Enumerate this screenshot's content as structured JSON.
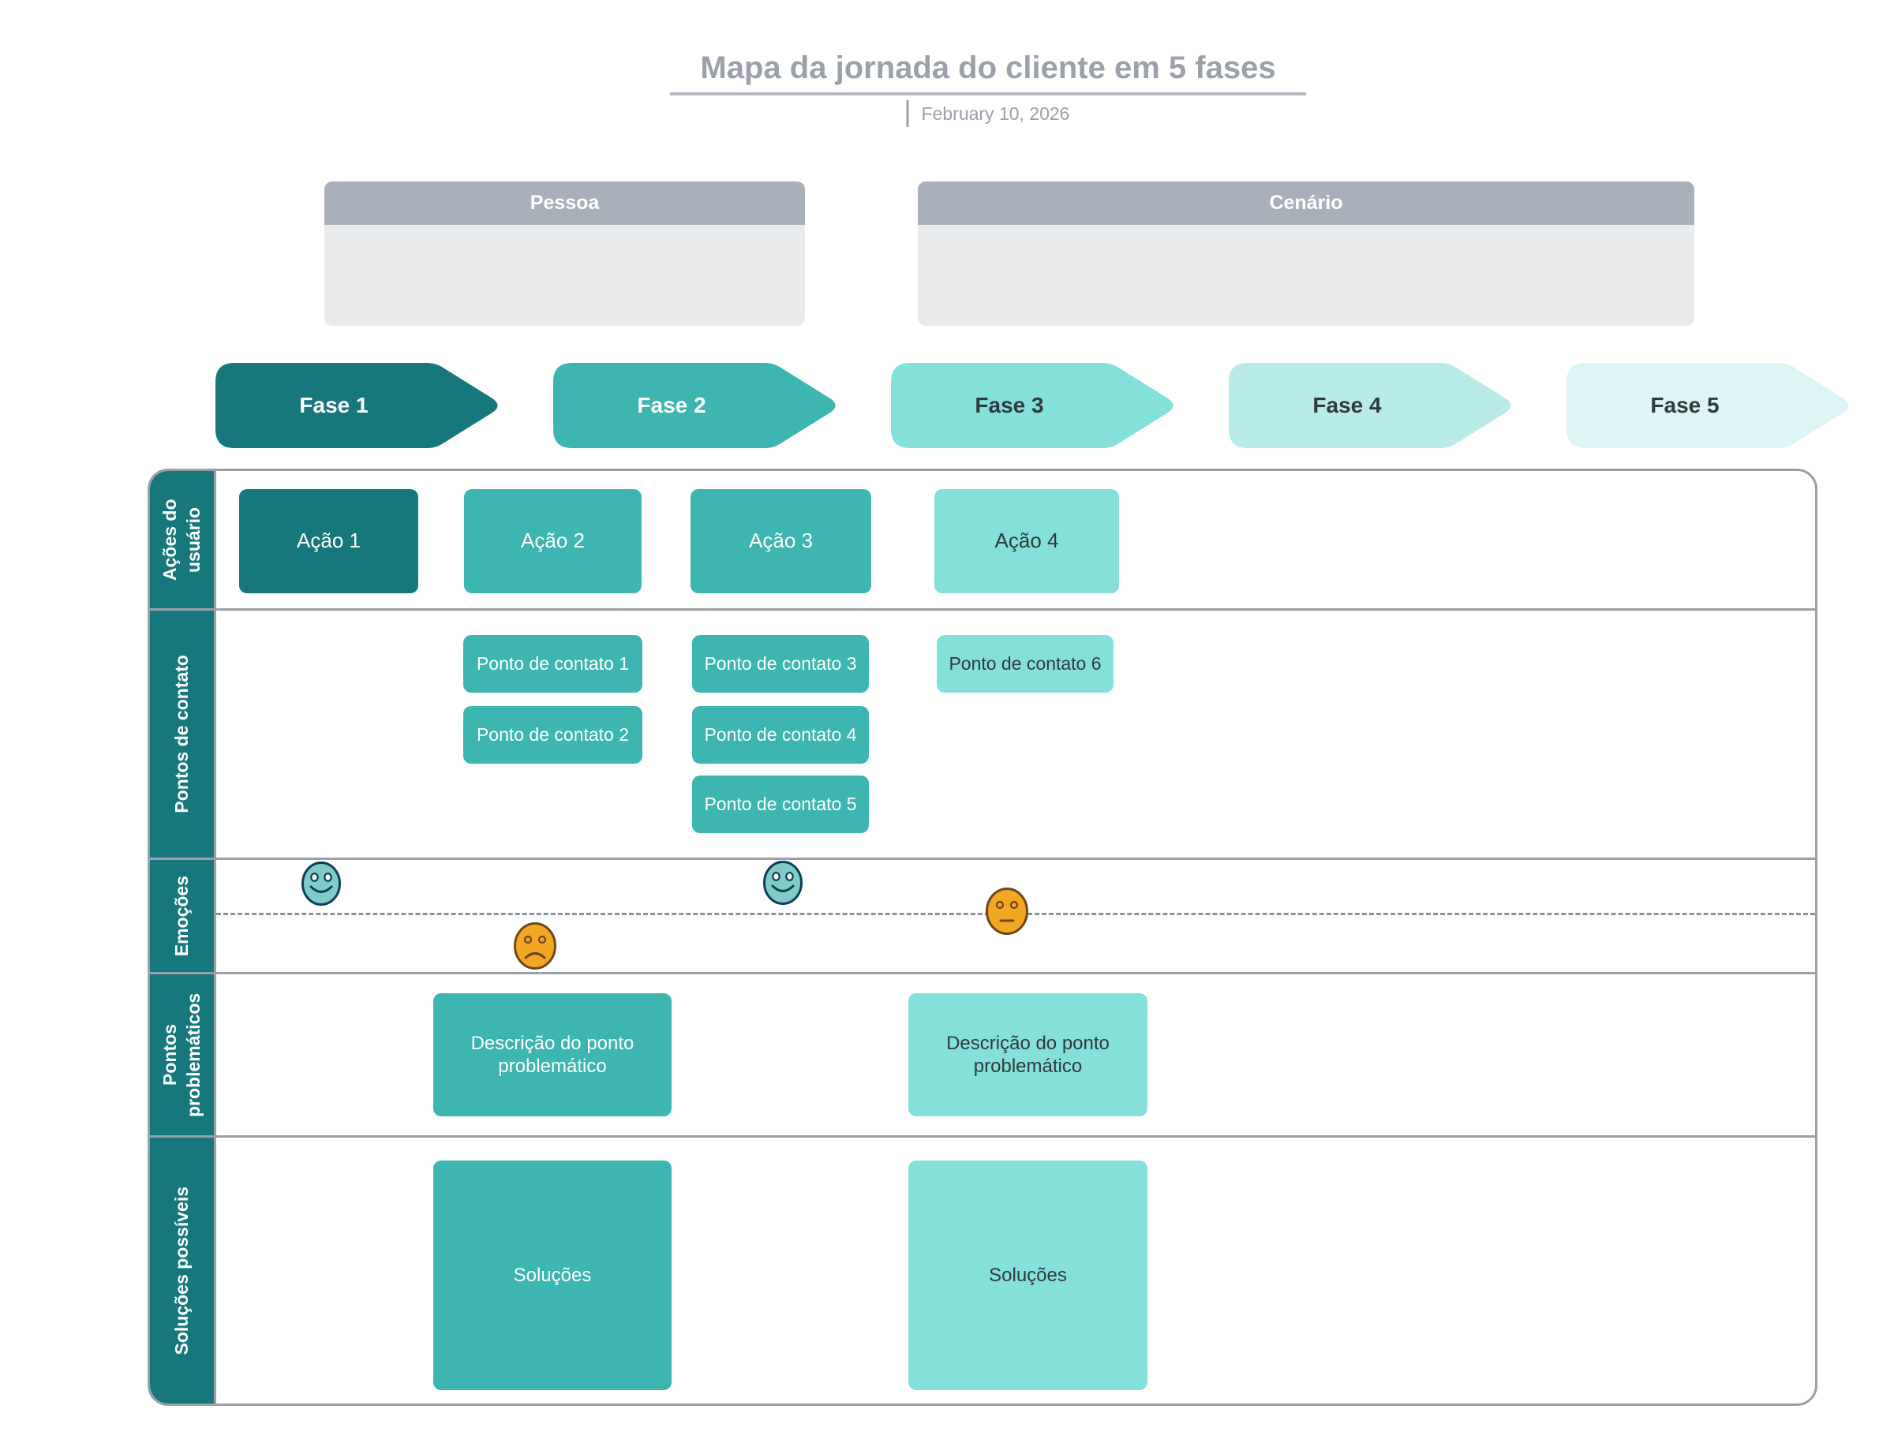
{
  "palette": {
    "teal-dark": "#16787c",
    "teal-mid": "#3db5b1",
    "teal-light": "#85e0dc",
    "teal-lighter": "#b9ebe9",
    "teal-faint": "#ddf5f4",
    "gray-header": "#a9b0ba",
    "gray-panel": "#e9eaeb",
    "gray-line": "#9aa0a6",
    "gray-title": "#9aa1ab",
    "gray-underline": "#b4bac1",
    "dark-text": "#2f3a3d",
    "dash": "#8d9399",
    "face-teal": "#80cbc7",
    "face-teal-stroke": "#0e3d5c",
    "face-orange": "#f1a722",
    "face-orange-stroke": "#70451c"
  },
  "header": {
    "title": "Mapa da jornada do cliente em 5 fases",
    "date": "February 10, 2026"
  },
  "info_cards": {
    "pessoa": "Pessoa",
    "cenario": "Cenário"
  },
  "phases": [
    {
      "label": "Fase 1",
      "color": "#16787c"
    },
    {
      "label": "Fase 2",
      "color": "#3db5b1"
    },
    {
      "label": "Fase 3",
      "color": "#85e0dc"
    },
    {
      "label": "Fase 4",
      "color": "#b9ebe9"
    },
    {
      "label": "Fase 5",
      "color": "#ddf5f4"
    }
  ],
  "rows": [
    {
      "label": "Ações do usuário"
    },
    {
      "label": "Pontos de contato"
    },
    {
      "label": "Emoções"
    },
    {
      "label": "Pontos problemáticos"
    },
    {
      "label": "Soluções possíveis"
    }
  ],
  "actions": [
    {
      "label": "Ação 1"
    },
    {
      "label": "Ação 2"
    },
    {
      "label": "Ação 3"
    },
    {
      "label": "Ação 4"
    }
  ],
  "touchpoints": [
    {
      "label": "Ponto de contato 1"
    },
    {
      "label": "Ponto de contato 2"
    },
    {
      "label": "Ponto de contato 3"
    },
    {
      "label": "Ponto de contato 4"
    },
    {
      "label": "Ponto de contato 5"
    },
    {
      "label": "Ponto de contato 6"
    }
  ],
  "emotions": [
    {
      "mood": "happy",
      "phase": "Fase 1"
    },
    {
      "mood": "sad",
      "phase": "Fase 2"
    },
    {
      "mood": "happy",
      "phase": "Fase 3"
    },
    {
      "mood": "neutral",
      "phase": "Fase 4"
    }
  ],
  "pain_points": [
    {
      "label": "Descrição do ponto problemático"
    },
    {
      "label": "Descrição do ponto problemático"
    }
  ],
  "solutions": [
    {
      "label": "Soluções"
    },
    {
      "label": "Soluções"
    }
  ]
}
